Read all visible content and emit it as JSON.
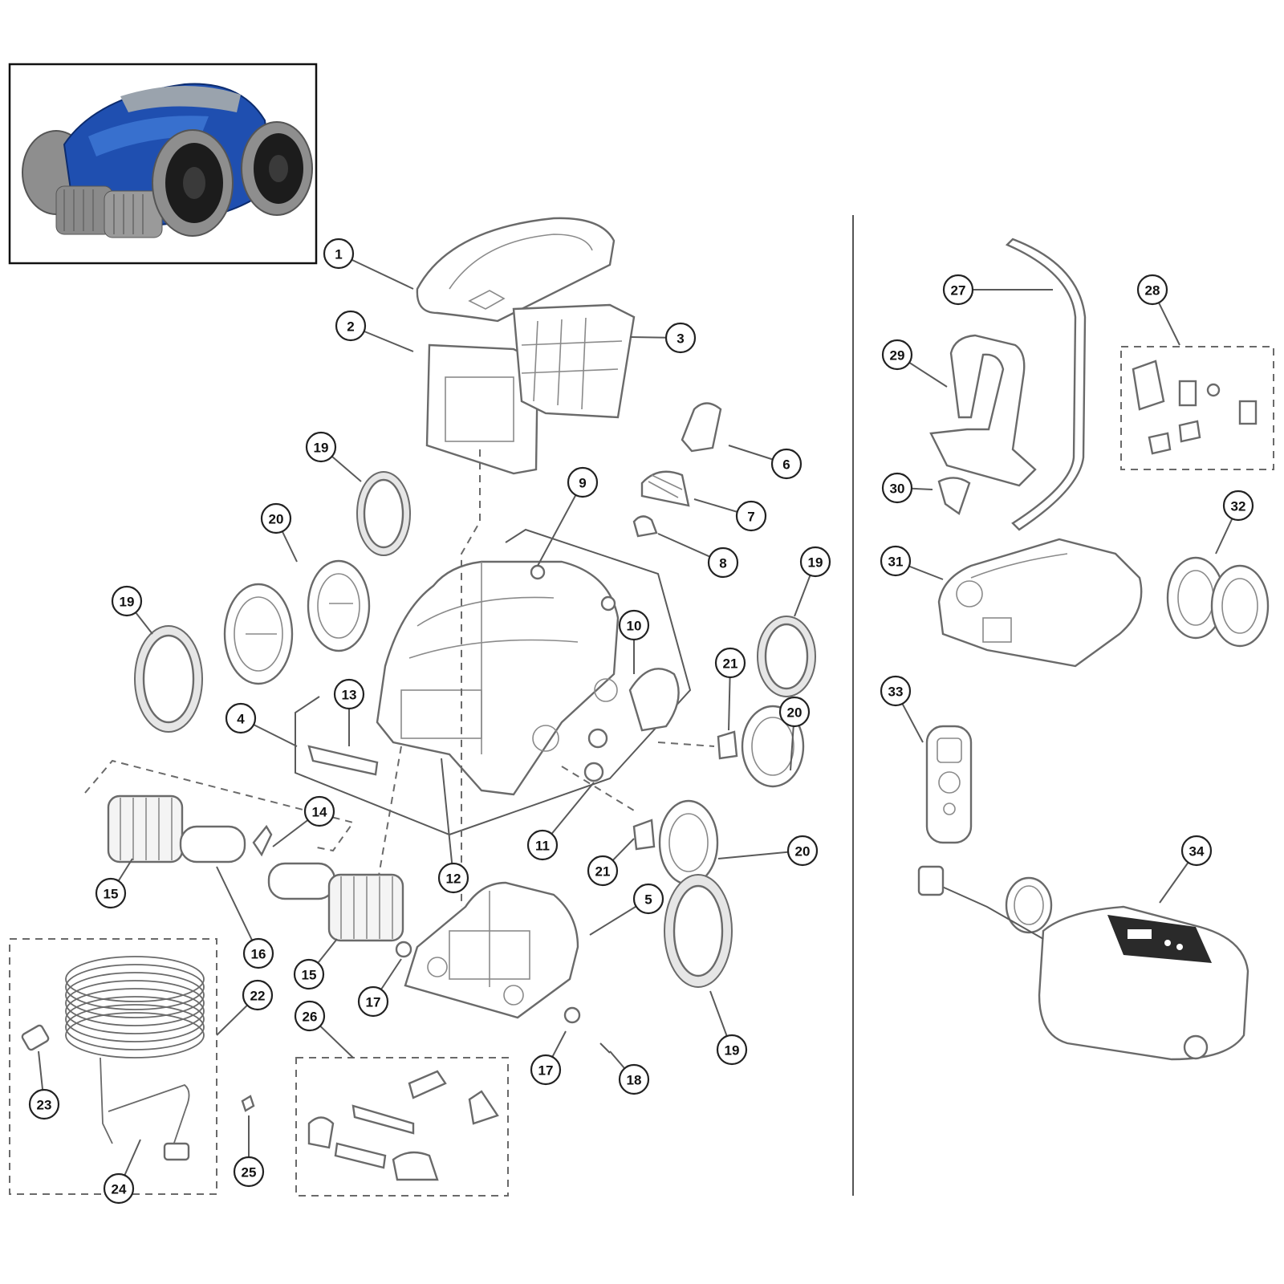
{
  "callouts": [
    {
      "label": "1"
    },
    {
      "label": "2"
    },
    {
      "label": "3"
    },
    {
      "label": "4"
    },
    {
      "label": "5"
    },
    {
      "label": "6"
    },
    {
      "label": "7"
    },
    {
      "label": "8"
    },
    {
      "label": "9"
    },
    {
      "label": "10"
    },
    {
      "label": "11"
    },
    {
      "label": "12"
    },
    {
      "label": "13"
    },
    {
      "label": "14"
    },
    {
      "label": "15"
    },
    {
      "label": "15"
    },
    {
      "label": "16"
    },
    {
      "label": "17"
    },
    {
      "label": "17"
    },
    {
      "label": "18"
    },
    {
      "label": "19"
    },
    {
      "label": "19"
    },
    {
      "label": "19"
    },
    {
      "label": "19"
    },
    {
      "label": "20"
    },
    {
      "label": "20"
    },
    {
      "label": "20"
    },
    {
      "label": "21"
    },
    {
      "label": "21"
    },
    {
      "label": "22"
    },
    {
      "label": "23"
    },
    {
      "label": "24"
    },
    {
      "label": "25"
    },
    {
      "label": "26"
    },
    {
      "label": "27"
    },
    {
      "label": "28"
    },
    {
      "label": "29"
    },
    {
      "label": "30"
    },
    {
      "label": "31"
    },
    {
      "label": "32"
    },
    {
      "label": "33"
    },
    {
      "label": "34"
    }
  ],
  "colors": {
    "robot_body": "#1f4fb0",
    "robot_body_light": "#3f78d6",
    "robot_top": "#9aa3ad",
    "wheel_tread": "#8e8e8e",
    "wheel_hub": "#1c1c1c",
    "line_art": "#6a6a6a"
  }
}
